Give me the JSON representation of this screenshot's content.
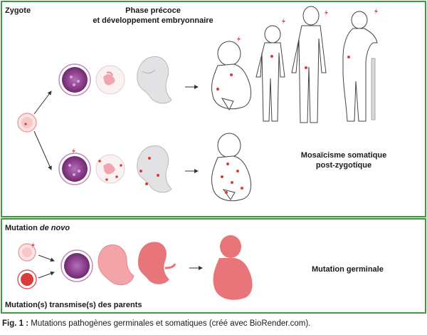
{
  "labels": {
    "zygote": "Zygote",
    "early_phase_line1": "Phase précoce",
    "early_phase_line2": "et développement embryonnaire",
    "somatic_line1": "Mosaïcisme somatique",
    "somatic_line2": "post-zygotique",
    "denovo_prefix": "Mutation ",
    "denovo_italic": "de novo",
    "inherited": "Mutation(s) transmise(s) des parents",
    "germline": "Mutation germinale"
  },
  "caption": {
    "label": "Fig. 1 :",
    "text": " Mutations pathogènes germinales et somatiques (créé avec BioRender.com)."
  },
  "icons": [
    "lightning-icon",
    "zygote-cell-icon",
    "blastocyst-icon",
    "embryo-icon",
    "fetus-icon",
    "baby-icon",
    "child-icon",
    "adult-icon",
    "elderly-icon",
    "arrow-icon"
  ],
  "colors": {
    "frame": "#3e9a3e",
    "mutation_red": "#d93a3a",
    "blastocyst_purple": "#8a3a8a",
    "germline_pink": "#e8757a"
  }
}
